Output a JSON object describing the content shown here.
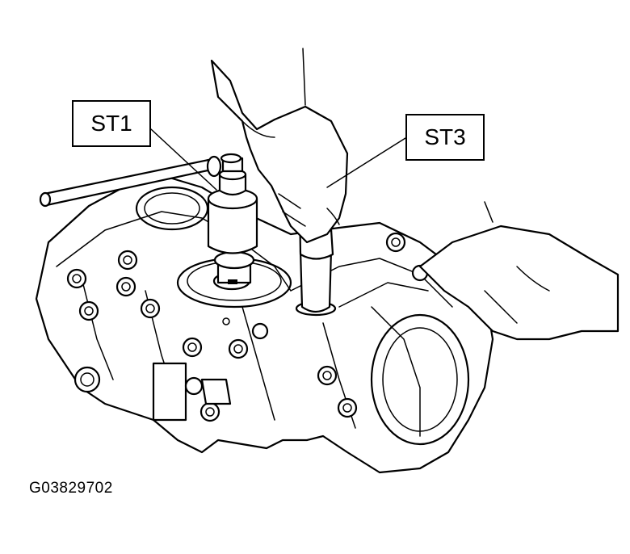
{
  "diagram": {
    "labels": {
      "st1": "ST1",
      "st3": "ST3"
    },
    "figure_id": "G03829702"
  }
}
